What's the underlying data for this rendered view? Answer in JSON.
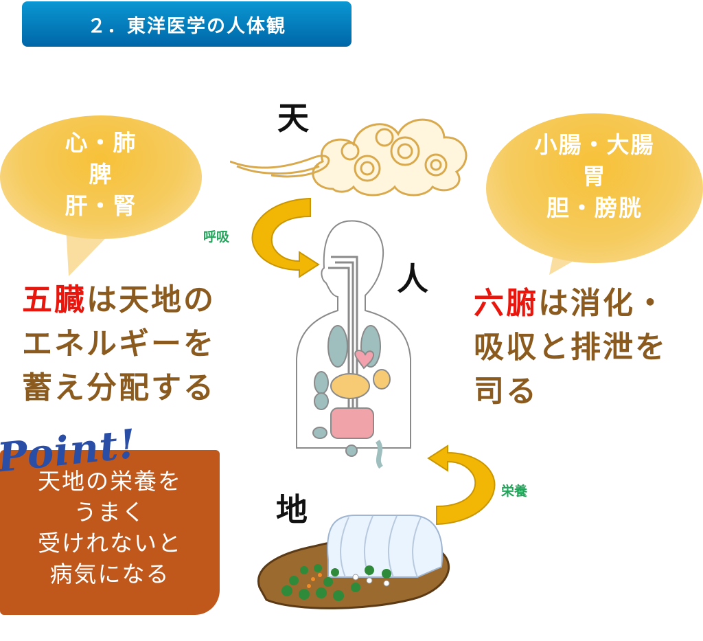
{
  "header": {
    "title": "２．東洋医学の人体観"
  },
  "labels": {
    "heaven": "天",
    "human": "人",
    "earth": "地"
  },
  "arrows": {
    "breath": "呼吸",
    "nutrition": "栄養"
  },
  "left_bubble": {
    "lines": [
      "心・肺",
      "脾",
      "肝・腎"
    ]
  },
  "right_bubble": {
    "lines": [
      "小腸・大腸",
      "胃",
      "胆・膀胱"
    ]
  },
  "left_text": {
    "highlight": "五臓",
    "line1_rest": "は天地の",
    "line2": "エネルギーを",
    "line3": "蓄え分配する"
  },
  "right_text": {
    "highlight": "六腑",
    "line1_rest": "は消化・",
    "line2": "吸収と排泄を",
    "line3": "司る"
  },
  "point": {
    "title": "Point!",
    "lines": [
      "天地の栄養を",
      "うまく",
      "受けれないと",
      "病気になる"
    ]
  },
  "colors": {
    "header_blue": "#0a83c4",
    "bubble_yellow": "#f7c138",
    "highlight_red": "#e8160c",
    "text_brown": "#8a5a1e",
    "point_orange": "#c0571b",
    "point_title_blue": "#2a4ea6",
    "arrow_gold": "#f2b705",
    "label_green": "#22a55a"
  }
}
